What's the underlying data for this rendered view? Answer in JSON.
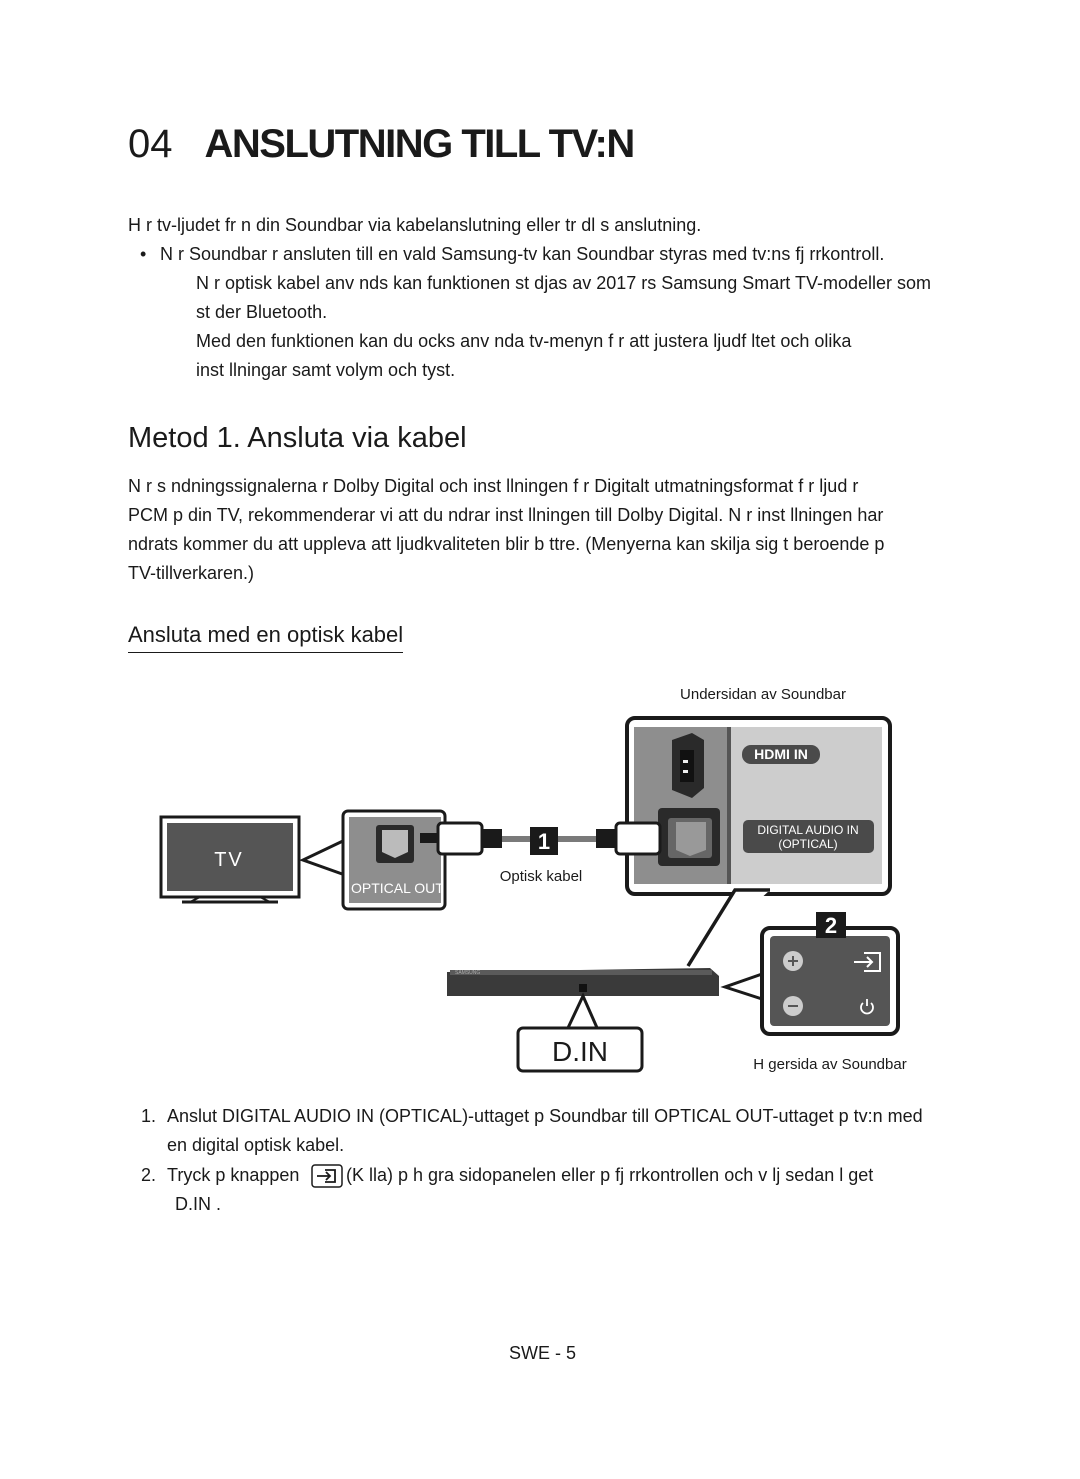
{
  "chapter": {
    "number": "04",
    "title": "ANSLUTNING TILL TV:N"
  },
  "intro": "H r tv-ljudet fr n din Soundbar via kabelanslutning eller tr dl s anslutning.",
  "bullet": {
    "marker": "•",
    "line1": "N r Soundbar  r ansluten till en vald Samsung-tv kan Soundbar styras med tv:ns fj rrkontroll.",
    "line2": "N r optisk kabel anv nds kan funktionen st djas av 2017  rs Samsung Smart TV-modeller som",
    "line3": "st der Bluetooth.",
    "line4": "Med den funktionen kan du ocks  anv nda tv-menyn f r att justera ljudf ltet och olika",
    "line5": "inst llningar samt volym och tyst."
  },
  "method": {
    "title": "Metod 1. Ansluta via kabel",
    "para": [
      "N r s ndningssignalerna  r Dolby Digital och inst llningen f r  Digitalt utmatningsformat f r ljud   r",
      "PCM p  din TV, rekommenderar vi att du  ndrar inst llningen till Dolby Digital. N r inst llningen har",
      " ndrats kommer du att uppleva att ljudkvaliteten blir b ttre. (Menyerna kan skilja sig  t beroende p",
      "TV-tillverkaren.)"
    ]
  },
  "subsection": "Ansluta med en optisk kabel",
  "diagram": {
    "bottom_label": "Undersidan av Soundbar",
    "hdmi_label": "HDMI IN",
    "digital_label_1": "DIGITAL AUDIO IN",
    "digital_label_2": "(OPTICAL)",
    "tv_label": "TV",
    "optical_out_label": "OPTICAL OUT",
    "cable_label": "Optisk kabel",
    "step1": "1",
    "step2": "2",
    "display_text": "D.IN",
    "right_label": "H gersida av Soundbar"
  },
  "steps": [
    {
      "num": "1.",
      "line1": "Anslut DIGITAL AUDIO IN (OPTICAL)-uttaget p  Soundbar till OPTICAL OUT-uttaget p  tv:n med",
      "line2": "en digital optisk kabel."
    },
    {
      "num": "2.",
      "line1a": "Tryck p  knappen",
      "line1b": "(K lla)  p  h gra sidopanelen eller p  fj rrkontrollen och v lj sedan l get",
      "line2": "D.IN ."
    }
  ],
  "footer": "SWE - 5"
}
